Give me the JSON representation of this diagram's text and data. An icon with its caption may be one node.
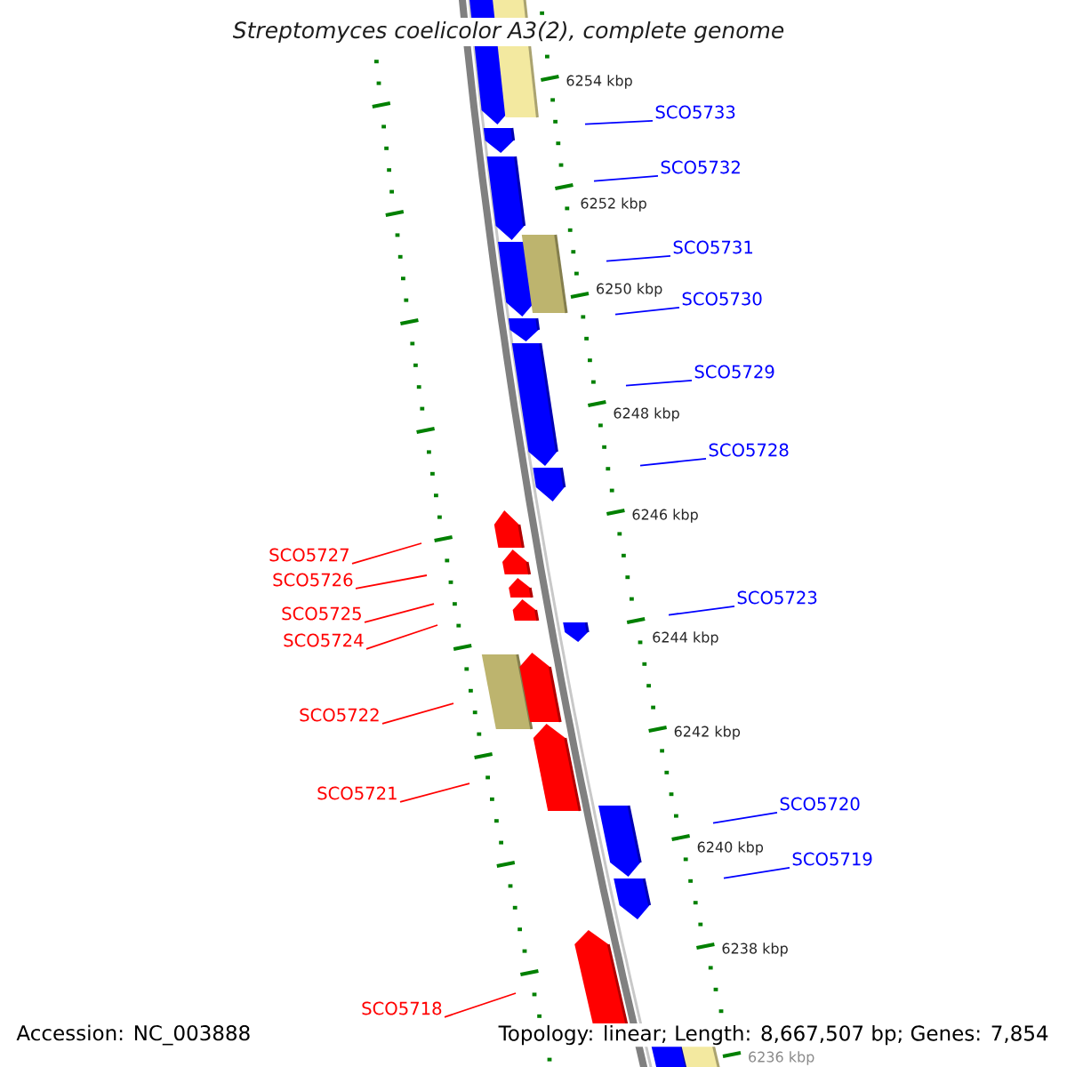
{
  "diagram": {
    "title": "Streptomyces coelicolor A3(2), complete genome",
    "nodes": [
      {
        "text": [
          "SCO5733"
        ]
      },
      {
        "text": [
          "SCO5732"
        ]
      },
      {
        "text": [
          "SCO5731"
        ]
      },
      {
        "text": [
          "SCO5730"
        ]
      },
      {
        "text": [
          "SCO5729"
        ]
      },
      {
        "text": [
          "SCO5728"
        ]
      },
      {
        "text": [
          "SCO5727"
        ]
      },
      {
        "text": [
          "SCO5726"
        ]
      },
      {
        "text": [
          "SCO5725"
        ]
      },
      {
        "text": [
          "SCO5724"
        ]
      },
      {
        "text": [
          "SCO5723"
        ]
      },
      {
        "text": [
          "SCO5722"
        ]
      },
      {
        "text": [
          "SCO5721"
        ]
      },
      {
        "text": [
          "SCO5720"
        ]
      },
      {
        "text": [
          "SCO5719"
        ]
      },
      {
        "text": [
          "SCO5718"
        ]
      }
    ],
    "edges": [
      {
        "from": 0,
        "to": null,
        "arrow": "none",
        "color": "#0000ff"
      },
      {
        "from": 1,
        "to": null,
        "arrow": "none",
        "color": "#0000ff"
      },
      {
        "from": 2,
        "to": null,
        "arrow": "none",
        "color": "#0000ff"
      },
      {
        "from": 3,
        "to": null,
        "arrow": "none",
        "color": "#0000ff"
      },
      {
        "from": 4,
        "to": null,
        "arrow": "none",
        "color": "#0000ff"
      },
      {
        "from": 5,
        "to": null,
        "arrow": "none",
        "color": "#0000ff"
      },
      {
        "from": 6,
        "to": null,
        "arrow": "none",
        "color": "#ff0000"
      },
      {
        "from": 7,
        "to": null,
        "arrow": "none",
        "color": "#ff0000"
      },
      {
        "from": 8,
        "to": null,
        "arrow": "none",
        "color": "#ff0000"
      },
      {
        "from": 9,
        "to": null,
        "arrow": "none",
        "color": "#ff0000"
      },
      {
        "from": 10,
        "to": null,
        "arrow": "none",
        "color": "#0000ff"
      },
      {
        "from": 11,
        "to": null,
        "arrow": "none",
        "color": "#ff0000"
      },
      {
        "from": 12,
        "to": null,
        "arrow": "none",
        "color": "#ff0000"
      },
      {
        "from": 13,
        "to": null,
        "arrow": "none",
        "color": "#0000ff"
      },
      {
        "from": 14,
        "to": null,
        "arrow": "none",
        "color": "#0000ff"
      },
      {
        "from": 15,
        "to": null,
        "arrow": "none",
        "color": "#ff0000"
      }
    ],
    "labels": [
      "6254 kbp",
      "6252 kbp",
      "6250 kbp",
      "6248 kbp",
      "6246 kbp",
      "6244 kbp",
      "6242 kbp",
      "6240 kbp",
      "6238 kbp",
      "6236 kbp",
      "Accession: NC_003888",
      "Topology: linear; Length: 8,667,507 bp; Genes: 7,854"
    ]
  }
}
